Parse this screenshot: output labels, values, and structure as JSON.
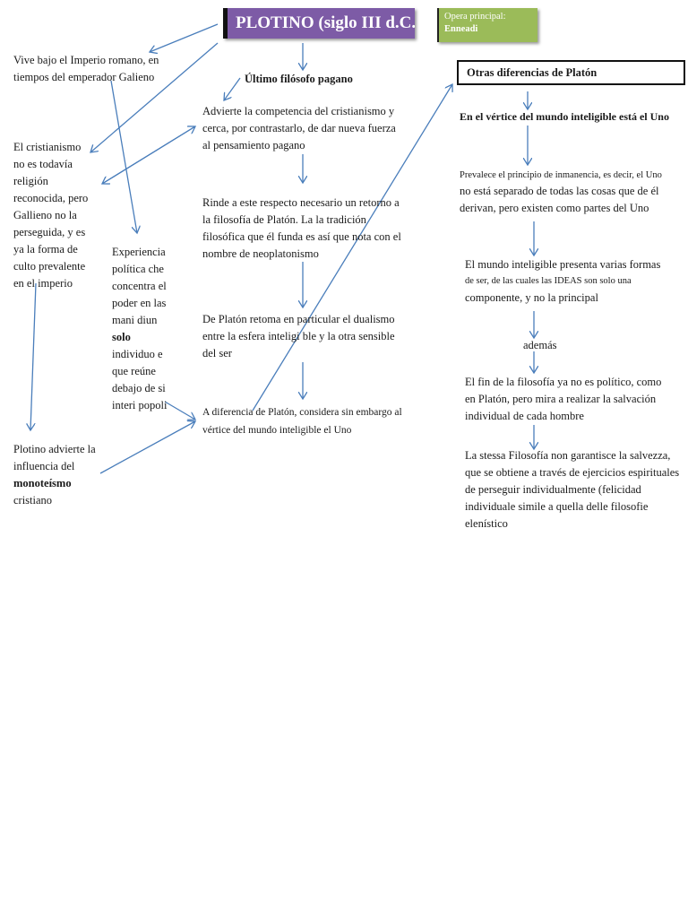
{
  "title": "PLOTINO (siglo III d.C.",
  "opera": {
    "label": "Opera principal:",
    "value": "Enneadi"
  },
  "colors": {
    "title_bg": "#7d5ba6",
    "opera_bg": "#9bbb59",
    "arrow": "#4a7ebb"
  },
  "left": {
    "imperio": "Vive bajo el Imperio romano, en tiempos del emperador Galieno",
    "cristianismo": "El cristianismo no es todavía religión reconocida, pero Gallieno no la perseguida, y es ya la forma de culto prevalente en el imperio",
    "experiencia_pre": "Experiencia política che concentra el poder en las mani diun",
    "experiencia_bold": "solo",
    "experiencia_post": "individuo e que reúne debajo de si interi popoli",
    "monoteismo_pre": "Plotino advierte la influencia del",
    "monoteismo_bold": "monoteísmo",
    "monoteismo_post": "cristiano"
  },
  "center": {
    "ultimo": "Último filósofo pagano",
    "advierte": "Advierte la competencia del cristianismo y cerca, por contrastarlo, de dar nueva fuerza al pensamiento pagano",
    "rinde": "Rinde a este respecto necesario un retorno a la filosofía de Platón. La la tradición filosófica que él funda es así que nota con el nombre de neoplatonismo",
    "dualismo": "De Platón retoma en particular el dualismo entre la esfera inteligi ble y la otra sensible del ser",
    "diferencia": "A diferencia de Platón, considera sin embargo al vértice del mundo inteligible el Uno"
  },
  "right": {
    "otras": "Otras diferencias de Platón",
    "vertice": "En el vértice del mundo inteligible está el Uno",
    "inmanencia_small": "Prevalece el principio de inmanencia, es decir, el Uno",
    "inmanencia": "no está separado de todas las cosas que de él derivan, pero existen como partes del Uno",
    "mundo": "El mundo inteligible presenta varias formas",
    "mundo_small": "de ser, de las cuales las IDEAS son solo una",
    "mundo_end": "componente, y no la principal",
    "ademas": "además",
    "fin": "El fin de la filosofía ya no es político, como en Platón, pero mira a realizar la salvación individual de cada hombre",
    "stessa": "La stessa Filosofía non garantisce la salvezza, que se obtiene a través de ejercicios espirituales de perseguir individualmente (felicidad individuale simile a quella delle filosofie elenístico"
  }
}
